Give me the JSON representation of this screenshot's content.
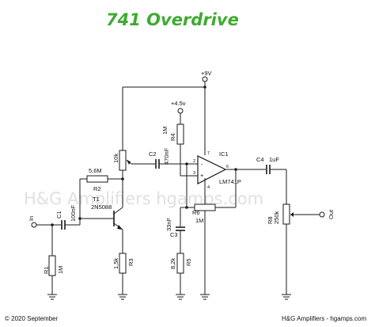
{
  "title": "741 Overdrive",
  "watermark": "H&G Amplifiers hgamps.com",
  "footer": {
    "left": "© 2020 September",
    "right": "H&G Amplifiers - hgamps.com"
  },
  "rails": {
    "vcc": "+9V",
    "vref": "+4.5v"
  },
  "ports": {
    "input": "In",
    "output": "Out"
  },
  "components": {
    "c1": {
      "ref": "C1",
      "value": "100nF"
    },
    "c2": {
      "ref": "C2",
      "value": "470nF"
    },
    "c3": {
      "ref": "C3",
      "value": "33nF"
    },
    "c4": {
      "ref": "C4",
      "value": "1uF"
    },
    "r1": {
      "ref": "R1",
      "value": "1M"
    },
    "r2": {
      "ref": "R2",
      "value": "5,6M"
    },
    "r3": {
      "ref": "R3",
      "value": "1,5k"
    },
    "r4": {
      "ref": "R4",
      "value": "1M"
    },
    "r5": {
      "ref": "R5",
      "value": "8,2k"
    },
    "r6": {
      "ref": "R6",
      "value": "1M"
    },
    "p1": {
      "value": "10k"
    },
    "r8": {
      "ref": "R8",
      "value": "250k"
    },
    "t1": {
      "ref": "T1",
      "part": "2N5088"
    },
    "ic1": {
      "ref": "IC1",
      "part": "LM741P"
    }
  },
  "pins": {
    "p7": "7",
    "p2": "2",
    "p3": "3",
    "p6": "6",
    "p4": "4",
    "minus": "-",
    "plus": "+"
  }
}
